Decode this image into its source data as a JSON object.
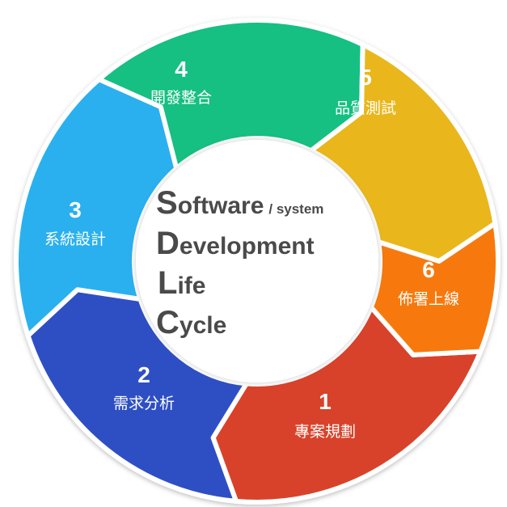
{
  "title": {
    "lines": [
      {
        "cap": "S",
        "rest": "oftware",
        "sub": "/ system"
      },
      {
        "cap": "D",
        "rest": "evelopment",
        "sub": ""
      },
      {
        "cap": "L",
        "rest": "ife",
        "sub": ""
      },
      {
        "cap": "C",
        "rest": "ycle",
        "sub": ""
      }
    ]
  },
  "stages": [
    {
      "number": "1",
      "label": "專案規劃",
      "color": "#d9432a"
    },
    {
      "number": "2",
      "label": "需求分析",
      "color": "#2f4fc4"
    },
    {
      "number": "3",
      "label": "系統設計",
      "color": "#2ab0ee"
    },
    {
      "number": "4",
      "label": "開發整合",
      "color": "#12bf82"
    },
    {
      "number": "5",
      "label": "品質測試",
      "color": "#e9b71f"
    },
    {
      "number": "6",
      "label": "佈署上線",
      "color": "#f7790a"
    }
  ]
}
